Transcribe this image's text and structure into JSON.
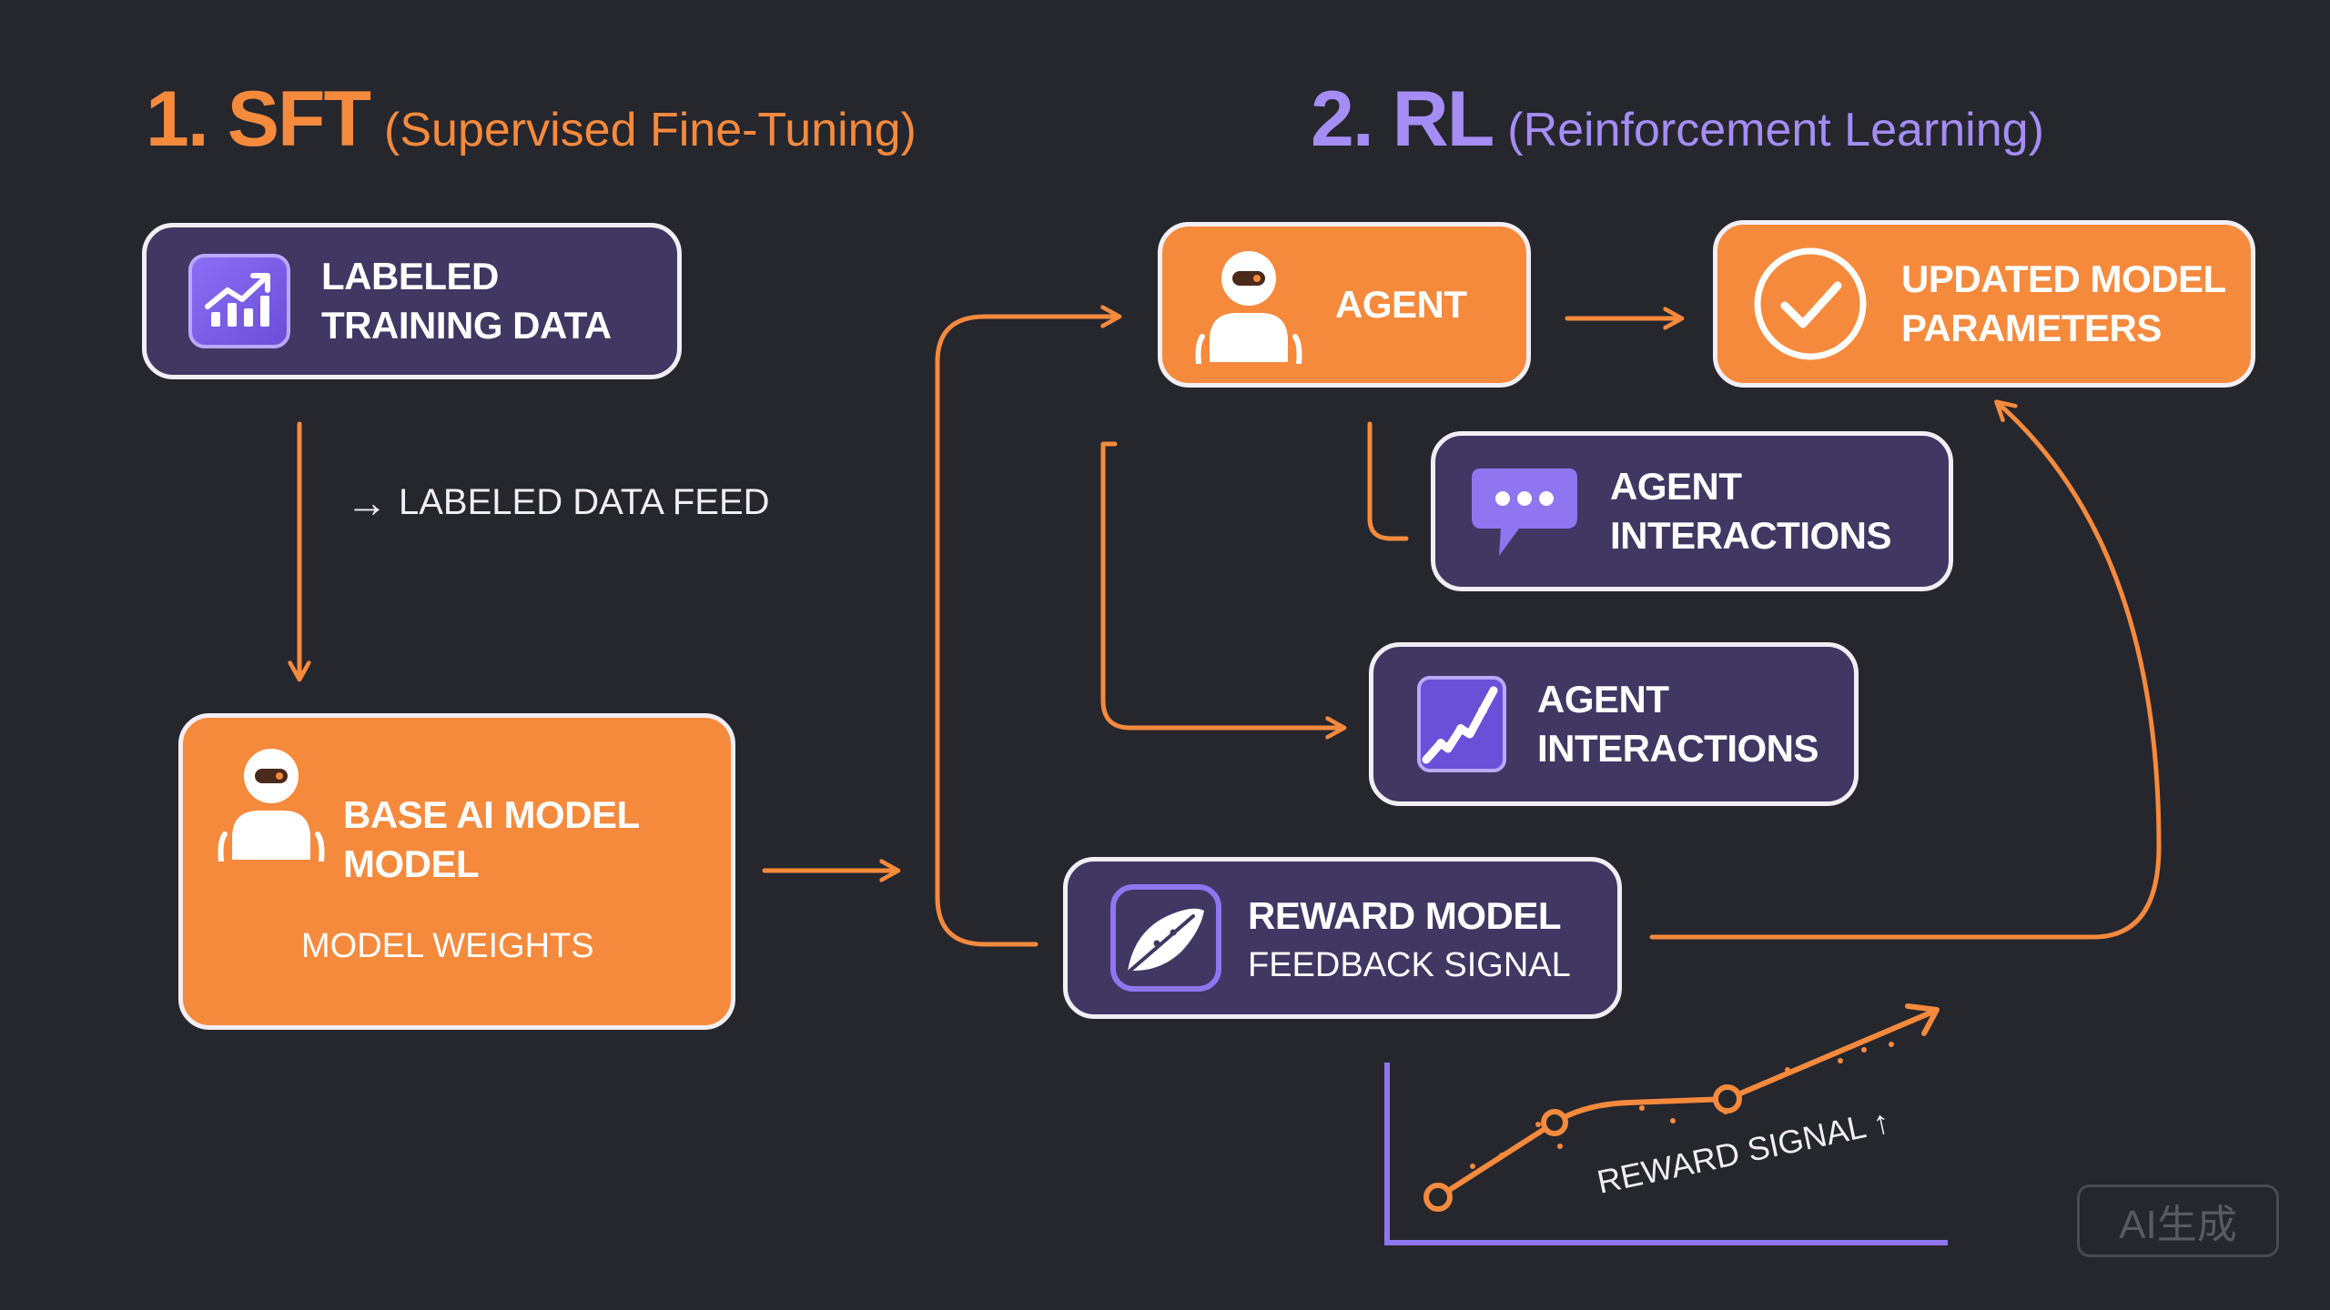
{
  "sft": {
    "number": "1. SFT",
    "subtitle": "(Supervised Fine-Tuning)"
  },
  "rl": {
    "number": "2. RL",
    "subtitle": "(Reinforcement Learning)"
  },
  "labeled_data": {
    "label": "LABELED\nTRAINING DATA",
    "icon": "chart-growth-icon"
  },
  "data_feed": {
    "label": "LABELED DATA FEED"
  },
  "base_model": {
    "label": "BASE AI MODEL\nMODEL",
    "sublabel": "MODEL WEIGHTS",
    "icon": "robot-icon"
  },
  "agent": {
    "label": "AGENT",
    "icon": "robot-icon"
  },
  "updated_model": {
    "label": "UPDATED MODEL\nPARAMETERS",
    "icon": "checkmark-circle-icon"
  },
  "interactions_1": {
    "label": "AGENT\nINTERACTIONS",
    "icon": "chat-bubble-icon"
  },
  "interactions_2": {
    "label": "AGENT\nINTERACTIONS",
    "icon": "trend-line-icon"
  },
  "reward_model": {
    "label": "REWARD MODEL",
    "sublabel": "FEEDBACK SIGNAL",
    "icon": "feather-icon"
  },
  "reward_signal": {
    "label": "REWARD SIGNAL ↑"
  },
  "watermark": {
    "label": "AI生成"
  },
  "colors": {
    "background": "#26262d",
    "orange": "#f58a3d",
    "purple_box": "#403763",
    "purple_accent": "#8f76f0"
  }
}
